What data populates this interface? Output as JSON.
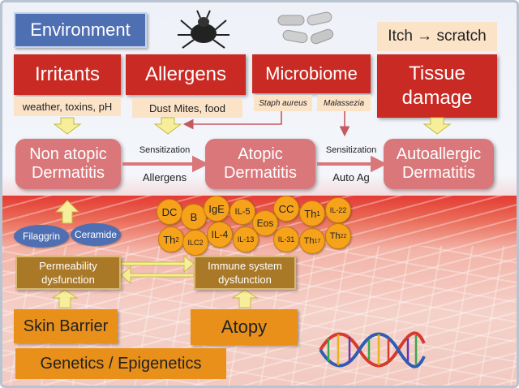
{
  "environment": "Environment",
  "itch": "Itch → scratch",
  "triggers": {
    "irritants": "Irritants",
    "allergens": "Allergens",
    "microbiome": "Microbiome",
    "tissue_damage": "Tissue damage"
  },
  "trigger_details": {
    "irritants": "weather, toxins, pH",
    "allergens": "Dust Mites, food",
    "staph": "Staph aureus",
    "malassezia": "Malassezia"
  },
  "dermatitis": {
    "non_atopic": "Non atopic Dermatitis",
    "atopic": "Atopic Dermatitis",
    "autoallergic": "Autoallergic Dermatitis"
  },
  "edges": {
    "sensitization_1": "Sensitization",
    "allergens": "Allergens",
    "sensitization_2": "Sensitization",
    "auto_ag": "Auto Ag"
  },
  "immune_cells": {
    "dc": "DC",
    "b": "B",
    "ige": "IgE",
    "il5": "IL-5",
    "cc": "CC",
    "th1_base": "Th",
    "th1_sub": "1",
    "il22": "IL-22",
    "eos": "Eos",
    "th2_base": "Th",
    "th2_sub": "2",
    "ilc2": "ILC2",
    "il4": "IL-4",
    "il13": "IL-13",
    "il31": "IL-31",
    "th17_base": "Th",
    "th17_sub": "17",
    "th22_base": "Th",
    "th22_sub": "22"
  },
  "barrier": {
    "filaggrin": "Filaggrin",
    "ceramide": "Ceramide",
    "permeability": "Permeability dysfunction",
    "immune": "Immune system dysfunction",
    "skin_barrier": "Skin Barrier",
    "atopy": "Atopy",
    "genetics": "Genetics / Epigenetics"
  },
  "colors": {
    "blue": "#4f6fb3",
    "red": "#c92a23",
    "peach": "#fbe3c8",
    "pink": "#d9777a",
    "orange": "#e8901a",
    "brown": "#a97927",
    "arrow_yellow": "#f6ee9a"
  },
  "icons": [
    "dust-mite-icon",
    "bacteria-icon",
    "dna-helix-icon"
  ]
}
